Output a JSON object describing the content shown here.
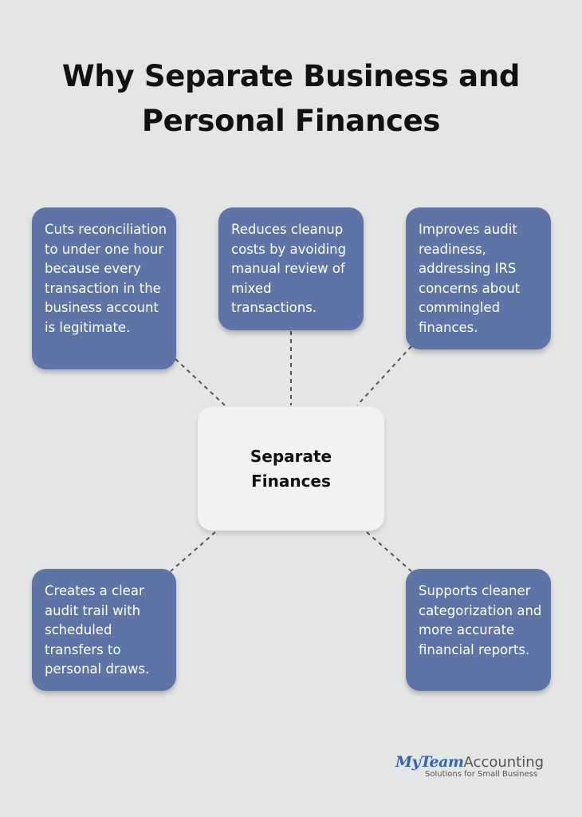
{
  "title": "Why Separate Business and Personal Finances",
  "center_node": {
    "label": "Separate Finances"
  },
  "nodes": [
    {
      "text": "Cuts reconciliation to under one hour because every transaction in the business account is legitimate."
    },
    {
      "text": "Reduces cleanup costs by avoiding manual review of mixed transactions."
    },
    {
      "text": "Improves audit readiness, addressing IRS concerns about commingled finances."
    },
    {
      "text": "Creates a clear audit trail with scheduled transfers to personal draws."
    },
    {
      "text": "Supports cleaner categorization and more accurate financial reports."
    }
  ],
  "logo": {
    "brand_mark": "MyTeam",
    "brand_word": "Accounting",
    "tagline": "Solutions for Small Business"
  },
  "colors": {
    "background": "#e4e5e5",
    "node_fill": "#5f74a6",
    "center_fill": "#f1f2f3",
    "connector": "#555555",
    "logo_accent": "#2f66b8"
  }
}
